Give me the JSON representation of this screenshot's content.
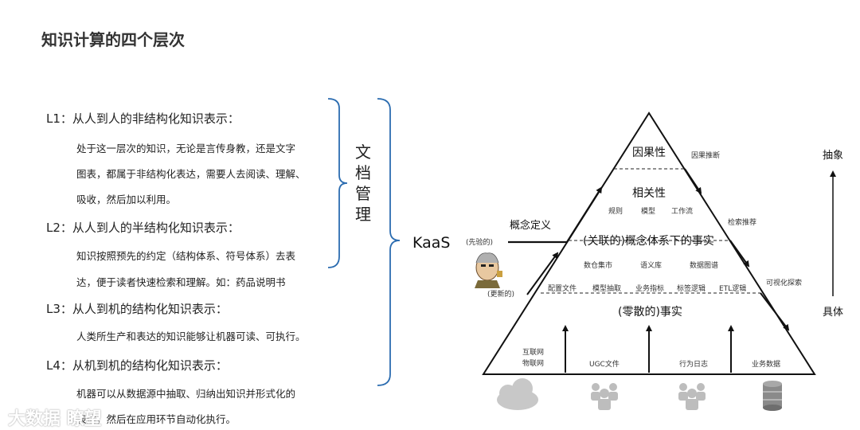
{
  "title": "知识计算的四个层次",
  "levels": [
    {
      "head": "L1：从人到人的非结构化知识表示：",
      "lines": [
        "处于这一层次的知识，无论是言传身教，还是文字",
        "图表，都属于非结构化表达，需要人去阅读、理解、",
        "吸收，然后加以利用。"
      ]
    },
    {
      "head": "L2：从人到人的半结构化知识表示：",
      "lines": [
        "知识按照预先的约定（结构体系、符号体系）去表",
        "达，便于读者快速检索和理解。如：药品说明书"
      ]
    },
    {
      "head": "L3：从人到机的结构化知识表示：",
      "lines": [
        "人类所生产和表达的知识能够让机器可读、可执行。"
      ]
    },
    {
      "head": "L4：从机到机的结构化知识表示：",
      "lines": [
        "机器可以从数据源中抽取、归纳出知识并形式化的",
        "表达，然后在应用环节自动化执行。"
      ]
    }
  ],
  "bracket_label": "文档管理",
  "kaas": "KaaS",
  "pyramid": {
    "top": "因果性",
    "top_note": "因果推断",
    "mid": "相关性",
    "mid_items": [
      "规则",
      "模型",
      "工作流"
    ],
    "mid_note": "检索推荐",
    "concept": "(关联的)概念体系下的事实",
    "concept_items": [
      "数仓集市",
      "语义库",
      "数据图谱"
    ],
    "concept_note": "可视化探索",
    "fact_items": [
      "配置文件",
      "模型抽取",
      "业务指标",
      "标签逻辑",
      "ETL逻辑"
    ],
    "fact": "(零散的)事实",
    "bottom": [
      "互联网\n物联网",
      "UGC文件",
      "行为日志",
      "业务数据"
    ]
  },
  "concept_def": "概念定义",
  "prior": "(先验的)",
  "posterior": "(更新的)",
  "abstract": "抽象",
  "concrete": "具体",
  "watermark": "大数据 瞭望"
}
